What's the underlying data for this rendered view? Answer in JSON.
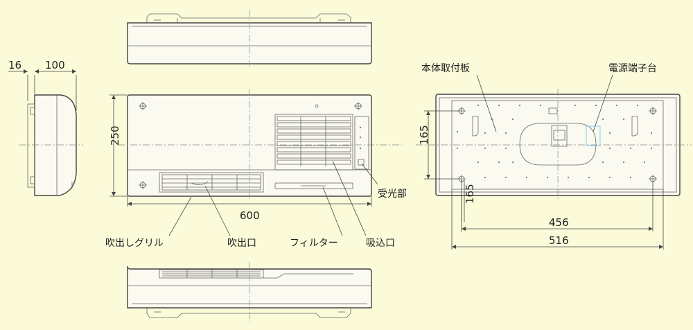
{
  "dimensions": {
    "side_offset": "16",
    "side_depth": "100",
    "front_height": "250",
    "front_width": "600",
    "back_vertical_a": "165",
    "back_vertical_b": "165",
    "back_mount_width": "456",
    "back_plate_width": "516"
  },
  "labels": {
    "outlet_grille": "吹出しグリル",
    "outlet": "吹出口",
    "filter": "フィルター",
    "inlet": "吸込口",
    "receiver": "受光部",
    "mount_plate": "本体取付板",
    "power_terminal": "電源端子台"
  },
  "colors": {
    "background": "#fbfad9",
    "line": "#444444",
    "highlight": "#7fd0f0"
  }
}
